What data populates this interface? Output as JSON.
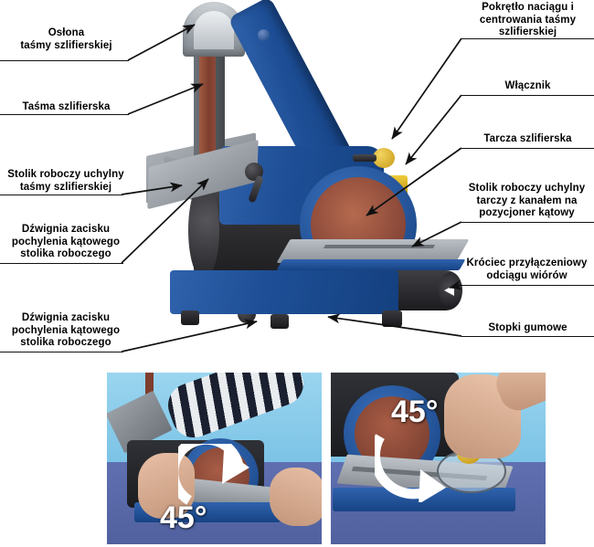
{
  "diagram": {
    "title_alt": "Belt and disc sander - labelled parts diagram",
    "colors": {
      "machine_blue": "#1e4f97",
      "machine_blue_light": "#2f62ab",
      "abrasive": "#8d4a3a",
      "abrasive_light": "#a85c46",
      "table_grey": "#9aa0a6",
      "dark_body": "#2b2b2e",
      "knob_yellow": "#e0b321",
      "photo_sky": "#8fcbe8",
      "photo_desk": "#5f6fb0",
      "line": "#111111",
      "background": "#ffffff"
    },
    "labels_left": [
      {
        "id": "belt-guard",
        "text": "Osłona\ntaśmy szlifierskiej"
      },
      {
        "id": "sanding-belt",
        "text": "Taśma szlifierska"
      },
      {
        "id": "belt-table",
        "text": "Stolik roboczy uchylny\ntaśmy szlifierskiej"
      },
      {
        "id": "tilt-clamp-lever-1",
        "text": "Dźwignia zacisku\npochylenia kątowego\nstolika roboczego"
      },
      {
        "id": "tilt-clamp-lever-2",
        "text": "Dźwignia zacisku\npochylenia kątowego\nstolika roboczego"
      }
    ],
    "labels_right": [
      {
        "id": "tension-knob",
        "text": "Pokrętło naciągu i\ncentrowania taśmy\nszlifierskiej"
      },
      {
        "id": "power-switch",
        "text": "Włącznik"
      },
      {
        "id": "sanding-disc",
        "text": "Tarcza szlifierska"
      },
      {
        "id": "disc-table",
        "text": "Stolik roboczy uchylny\ntarczy z kanałem na\npozycjoner kątowy"
      },
      {
        "id": "dust-port",
        "text": "Króciec przyłączeniowy\nodciągu wiórów"
      },
      {
        "id": "rubber-feet",
        "text": "Stopki gumowe"
      }
    ],
    "photos": [
      {
        "id": "photo-tilt-table",
        "angle_label": "45°"
      },
      {
        "id": "photo-angle-position",
        "angle_label": "45°"
      }
    ]
  }
}
